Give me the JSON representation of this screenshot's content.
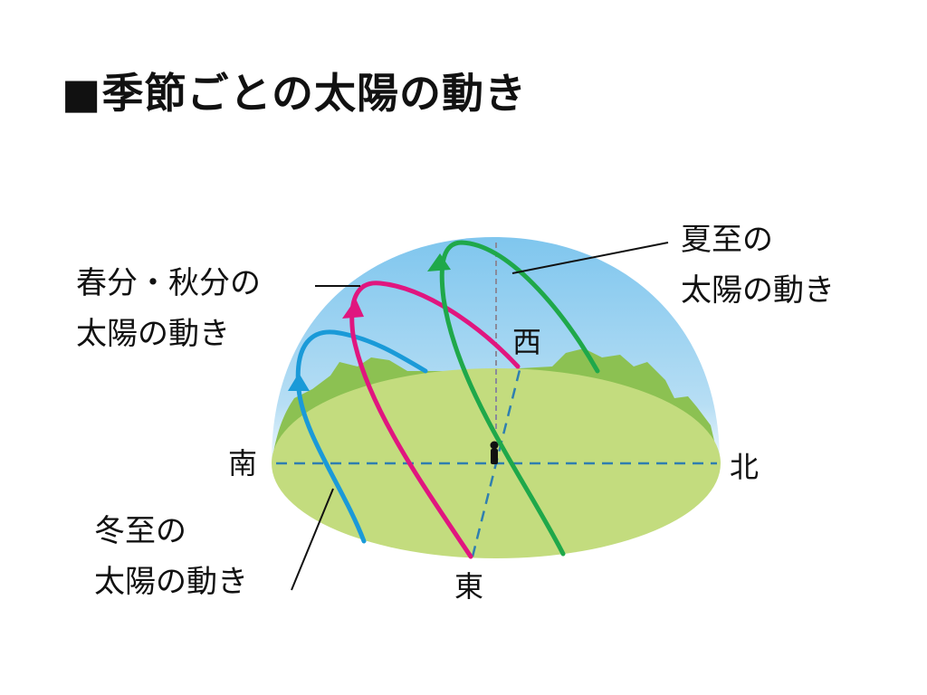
{
  "title": "■季節ごとの太陽の動き",
  "labels": {
    "equinox": {
      "line1": "春分・秋分の",
      "line2": "太陽の動き",
      "color": "#e0167f"
    },
    "summer": {
      "line1": "夏至の",
      "line2": "太陽の動き",
      "color": "#1fa84a"
    },
    "winter": {
      "line1": "冬至の",
      "line2": "太陽の動き",
      "color": "#1a9ad8"
    }
  },
  "directions": {
    "south": "南",
    "north": "北",
    "east": "東",
    "west": "西"
  },
  "colors": {
    "sky_top": "#7fc6ee",
    "sky_bottom": "#e6f4fb",
    "ground": "#c3dc7e",
    "hills": "#8cc152",
    "axis_dash": "#2f7fb0",
    "zenith_dash": "#8a8a9a"
  }
}
